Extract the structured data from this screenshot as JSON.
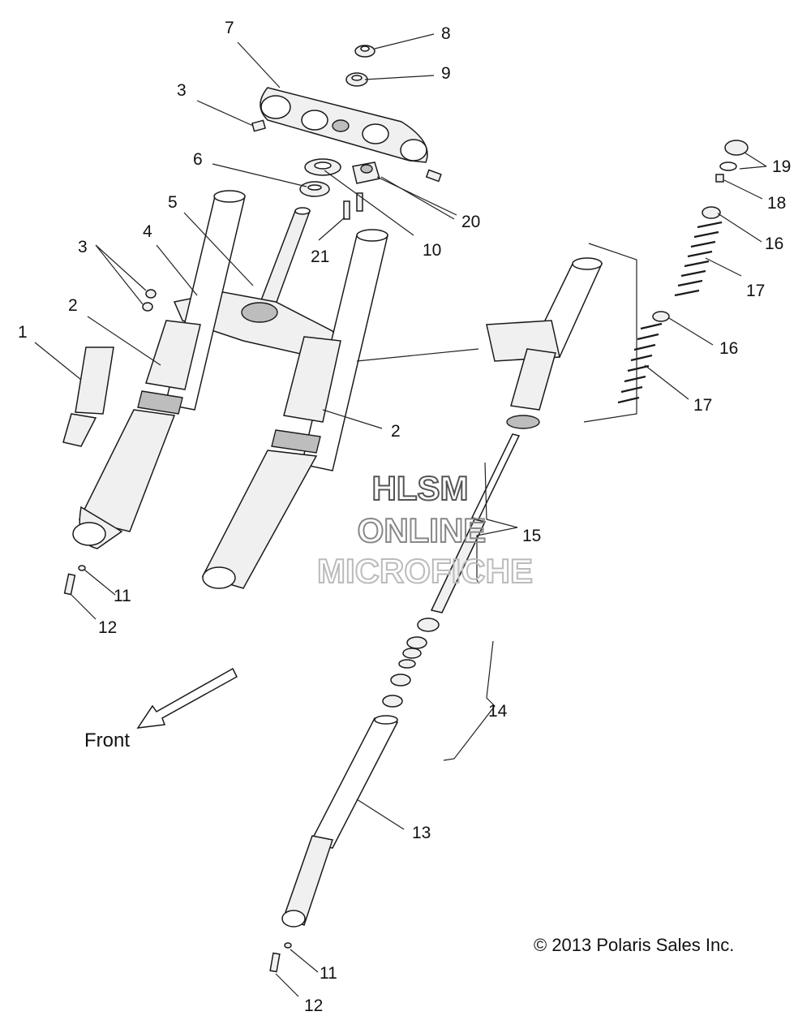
{
  "callouts": {
    "c1": "1",
    "c2a": "2",
    "c2b": "2",
    "c3a": "3",
    "c3b": "3",
    "c4": "4",
    "c5": "5",
    "c6": "6",
    "c7": "7",
    "c8": "8",
    "c9": "9",
    "c10": "10",
    "c11a": "11",
    "c11b": "11",
    "c12a": "12",
    "c12b": "12",
    "c13": "13",
    "c14": "14",
    "c15": "15",
    "c16a": "16",
    "c16b": "16",
    "c17a": "17",
    "c17b": "17",
    "c18": "18",
    "c19": "19",
    "c20": "20",
    "c21": "21"
  },
  "front_label": "Front",
  "watermark": {
    "line1": "HLSM",
    "line2": "ONLINE",
    "line3": "MICROFICHE"
  },
  "copyright": "© 2013 Polaris Sales Inc.",
  "colors": {
    "line": "#1a1a1a",
    "watermark1": "#555555",
    "watermark2": "#888888",
    "watermark3": "#bbbbbb"
  }
}
